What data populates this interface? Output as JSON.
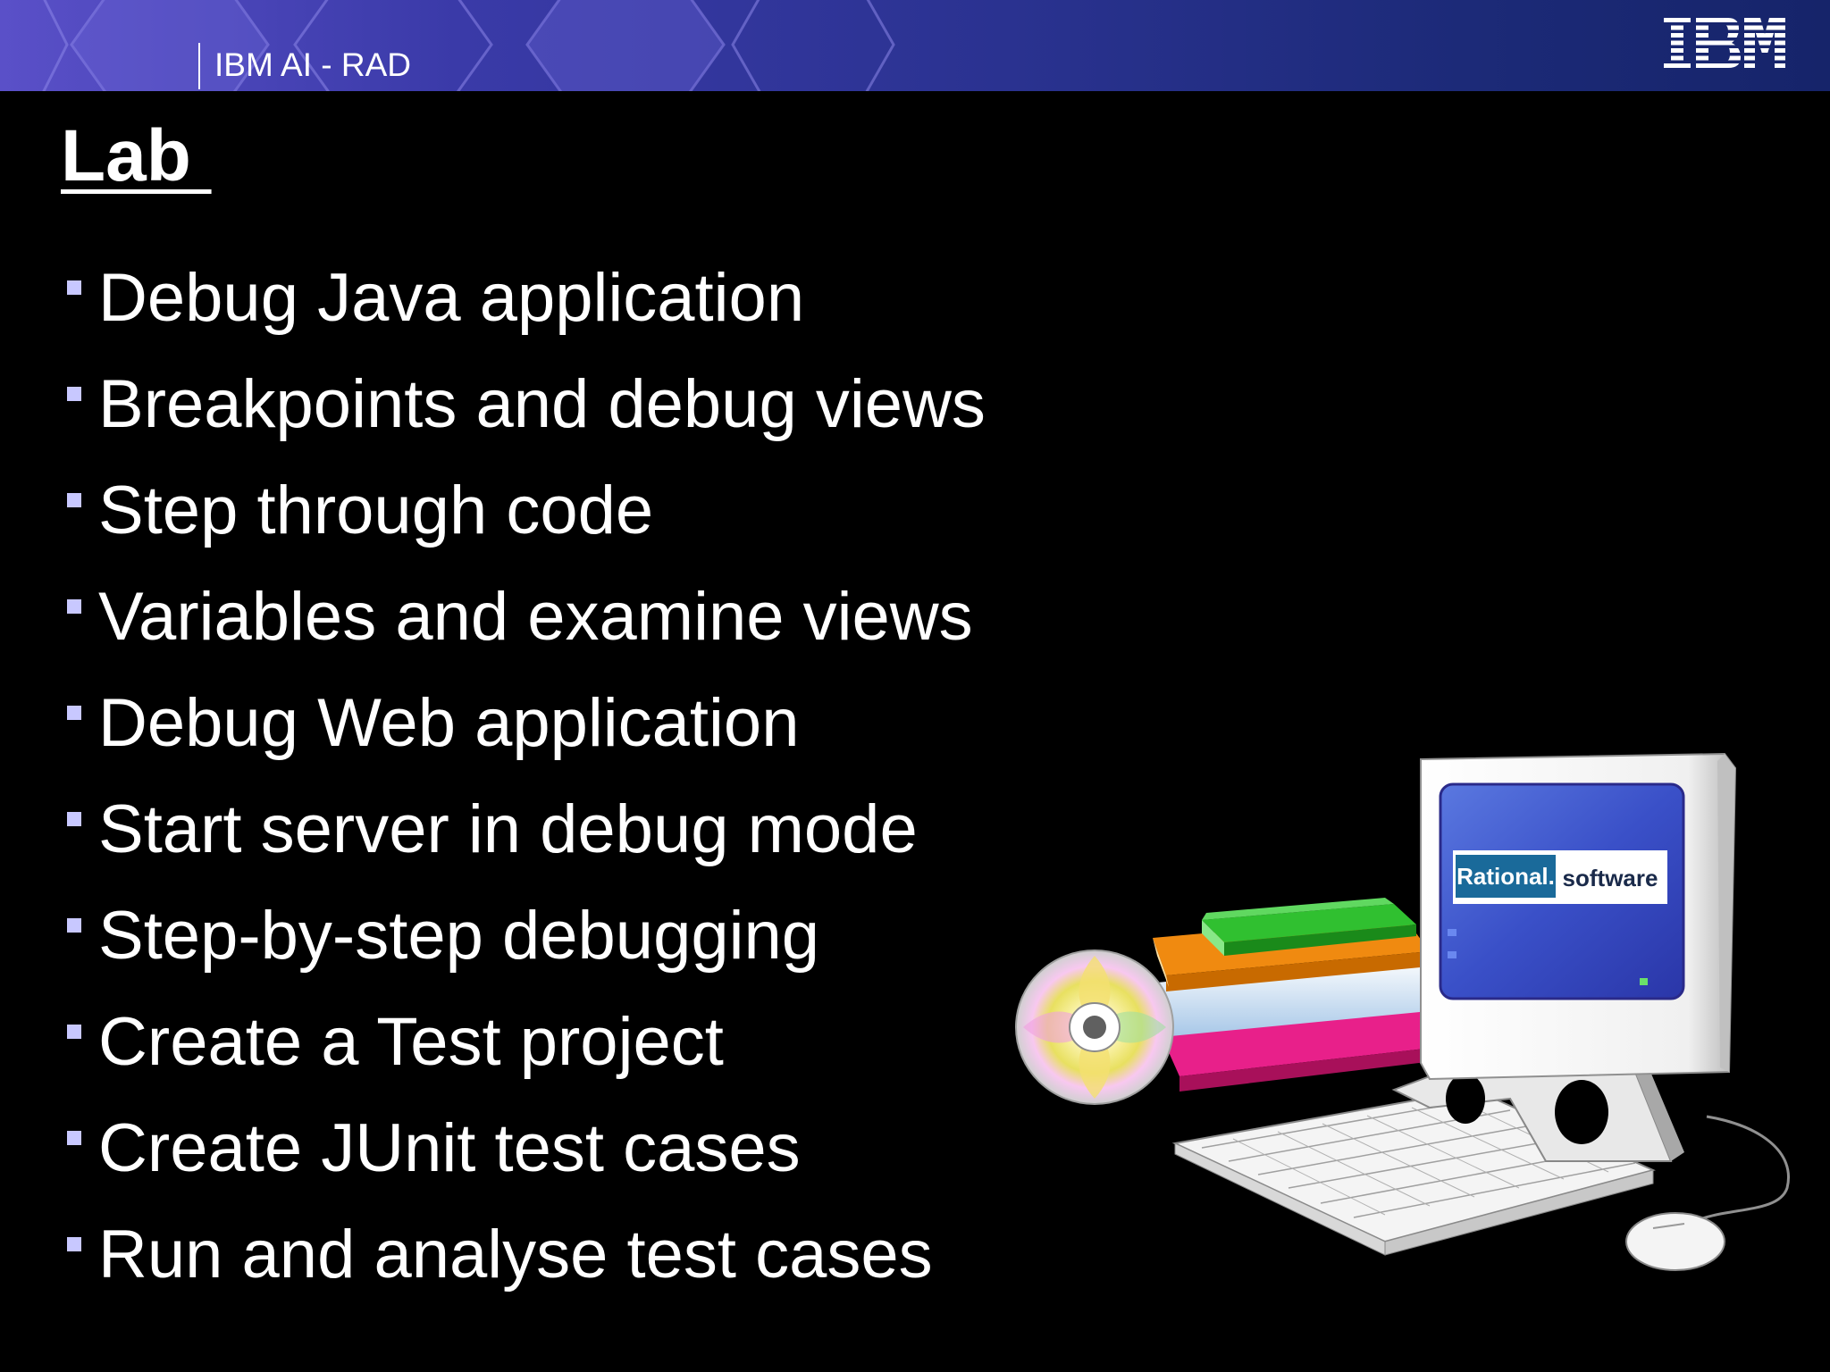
{
  "header": {
    "title": "IBM AI - RAD",
    "logo_text": "IBM",
    "colors": {
      "band_start": "#5a50c8",
      "band_end": "#16246a"
    }
  },
  "slide": {
    "title": "Lab ",
    "bullets": [
      "Debug Java application",
      "Breakpoints and debug views",
      "Step through code",
      "Variables and examine views",
      "Debug Web application",
      "Start server in debug mode",
      "Step-by-step debugging",
      "Create a Test project",
      "Create JUnit test cases",
      "Run and analyse test cases"
    ],
    "bullet_color": "#c8c8ff"
  },
  "clipart": {
    "screen_brand": "Rational.",
    "screen_product": "software",
    "icons": [
      "computer-icon",
      "books-icon",
      "cd-icon",
      "keyboard-icon",
      "mouse-icon"
    ]
  }
}
